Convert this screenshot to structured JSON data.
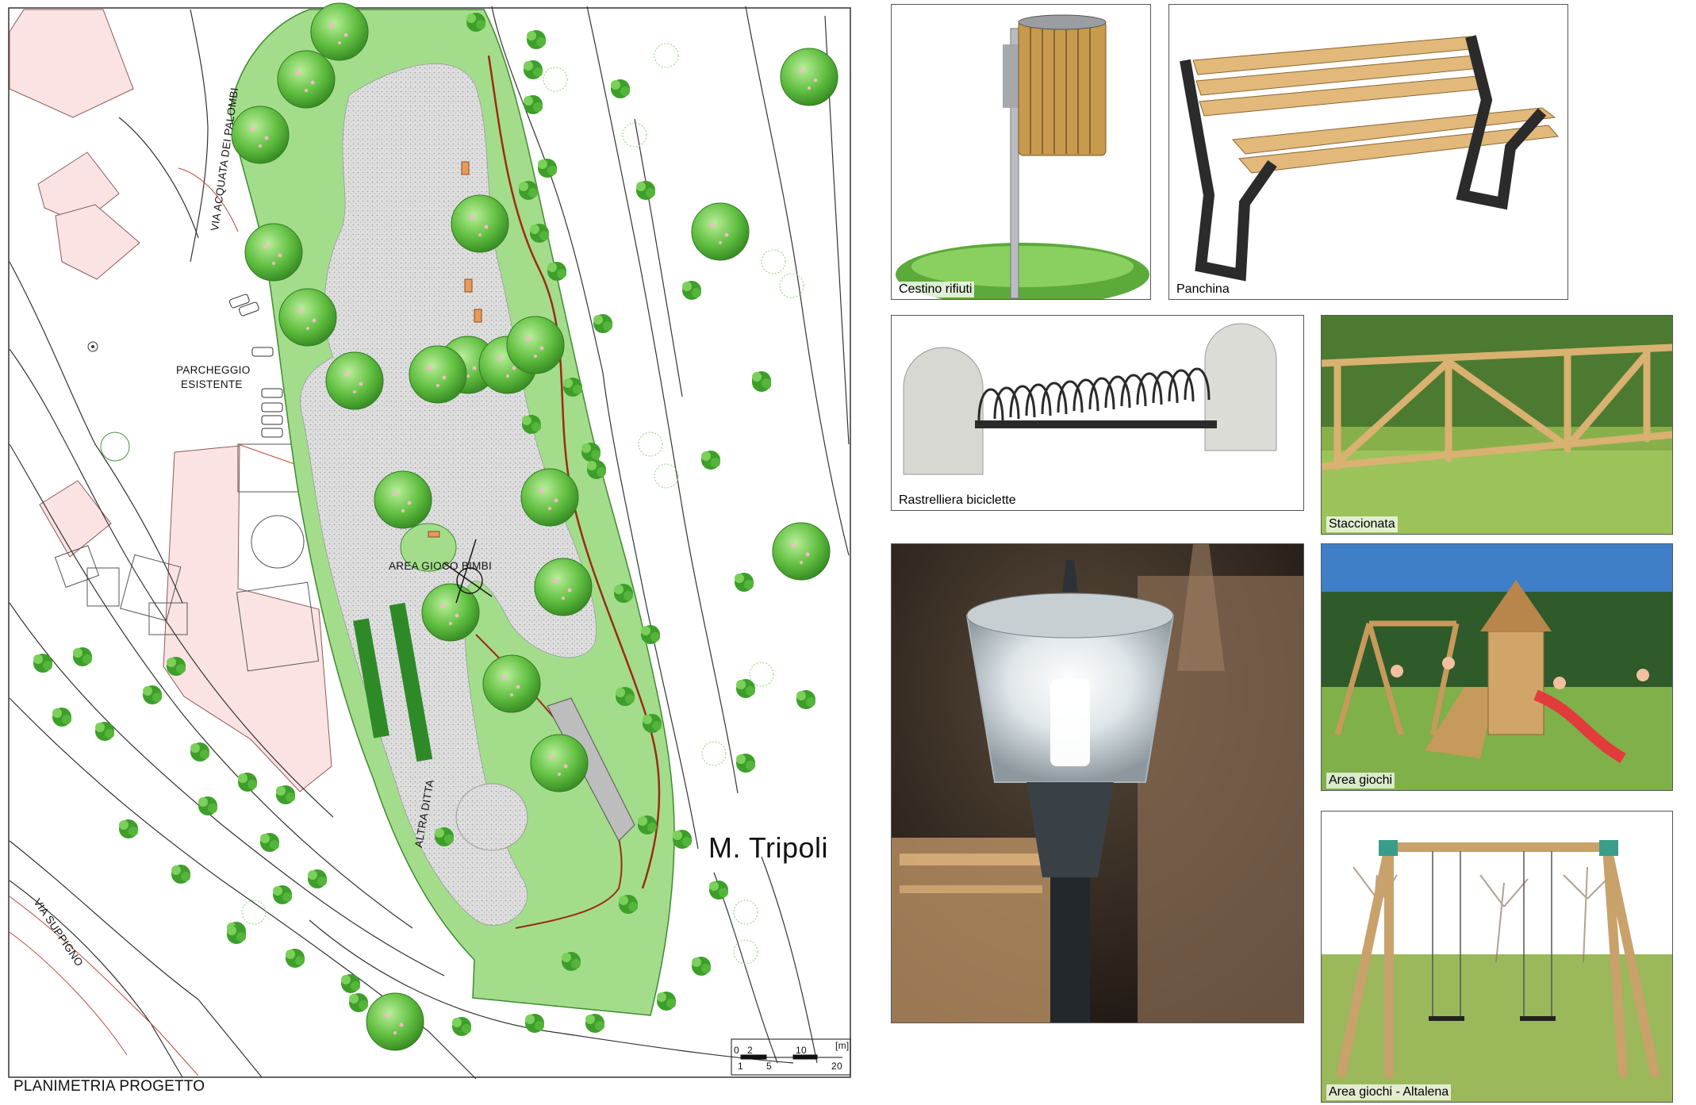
{
  "plan": {
    "title": "PLANIMETRIA PROGETTO",
    "labels": {
      "via_acquata": "VIA ACQUATA DEI PALOMBI",
      "parcheggio": "PARCHEGGIO",
      "esistente": "ESISTENTE",
      "area_gioco": "AREA GIOCO BIMBI",
      "altra_ditta": "ALTRA DITTA",
      "tripoli": "M. Tripoli",
      "via_suppigno": "VIA SUPPIGNO"
    },
    "scale_bar": {
      "unit": "[m]",
      "ticks_top": [
        "0",
        "2",
        "10"
      ],
      "ticks_bottom": [
        "1",
        "5",
        "20"
      ]
    }
  },
  "panels": [
    {
      "id": "cestino",
      "caption": "Cestino rifiuti",
      "icon": "waste-bin-icon"
    },
    {
      "id": "panchina",
      "caption": "Panchina",
      "icon": "bench-icon"
    },
    {
      "id": "rastrelliera",
      "caption": "Rastrelliera biciclette",
      "icon": "bike-rack-icon"
    },
    {
      "id": "staccionata",
      "caption": "Staccionata",
      "icon": "fence-icon"
    },
    {
      "id": "lampione",
      "caption": "",
      "icon": "street-lamp-icon"
    },
    {
      "id": "area_giochi",
      "caption": "Area giochi",
      "icon": "playground-icon"
    },
    {
      "id": "altalena",
      "caption": "Area giochi - Altalena",
      "icon": "swing-icon"
    }
  ],
  "colors": {
    "building": "#fbe3e3",
    "grass": "#9fdb8a",
    "gravel": "#e2e2e2",
    "tree": "#5fba3c",
    "path": "#9b2b17",
    "hedge": "#2e8a26"
  }
}
